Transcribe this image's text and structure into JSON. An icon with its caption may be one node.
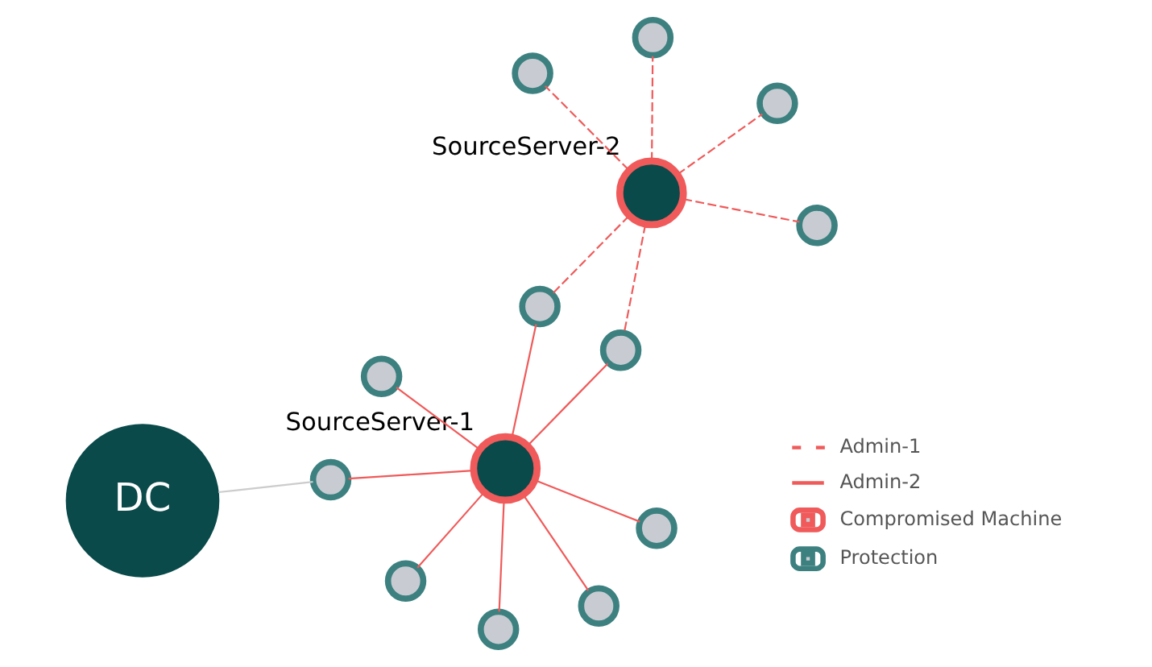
{
  "diagram": {
    "nodes": [
      {
        "text": [
          "DC"
        ]
      },
      {
        "text": [],
        "shape": "circle"
      },
      {
        "text": [],
        "shape": "circle"
      },
      {
        "text": [],
        "shape": "circle"
      },
      {
        "text": [],
        "shape": "circle"
      },
      {
        "text": [
          "SourceServer-1"
        ]
      },
      {
        "text": [],
        "shape": "circle"
      },
      {
        "text": [],
        "shape": "circle"
      },
      {
        "text": [],
        "shape": "circle"
      },
      {
        "text": [],
        "shape": "circle"
      },
      {
        "text": [],
        "shape": "circle"
      },
      {
        "text": [
          "SourceServer-2"
        ]
      },
      {
        "text": [],
        "shape": "circle"
      },
      {
        "text": [],
        "shape": "circle"
      },
      {
        "text": [],
        "shape": "circle"
      }
    ],
    "edges": [
      {
        "from": 0,
        "to": 3,
        "arrow": "none",
        "color": "#cccccc"
      },
      {
        "from": 5,
        "to": 1,
        "arrow": "none"
      },
      {
        "from": 5,
        "to": 2,
        "arrow": "none"
      },
      {
        "from": 5,
        "to": 3,
        "arrow": "none"
      },
      {
        "from": 5,
        "to": 4,
        "arrow": "none"
      },
      {
        "from": 5,
        "to": 6,
        "arrow": "none"
      },
      {
        "from": 5,
        "to": 7,
        "arrow": "none"
      },
      {
        "from": 5,
        "to": 9,
        "arrow": "none"
      },
      {
        "from": 5,
        "to": 10,
        "arrow": "none"
      },
      {
        "from": 11,
        "to": 7,
        "arrow": "none",
        "style": "dashed"
      },
      {
        "from": 11,
        "to": 8,
        "arrow": "none",
        "style": "dashed"
      },
      {
        "from": 11,
        "to": 10,
        "arrow": "none",
        "style": "dashed"
      },
      {
        "from": 11,
        "to": 12,
        "arrow": "none",
        "style": "dashed"
      },
      {
        "from": 11,
        "to": 13,
        "arrow": "none",
        "style": "dashed"
      },
      {
        "from": 11,
        "to": 14,
        "arrow": "none",
        "style": "dashed"
      }
    ],
    "legend": [
      {
        "text": "Admin-1"
      },
      {
        "text": "Admin-2"
      },
      {
        "text": "Compromised Machine"
      },
      {
        "text": "Protection"
      }
    ]
  }
}
